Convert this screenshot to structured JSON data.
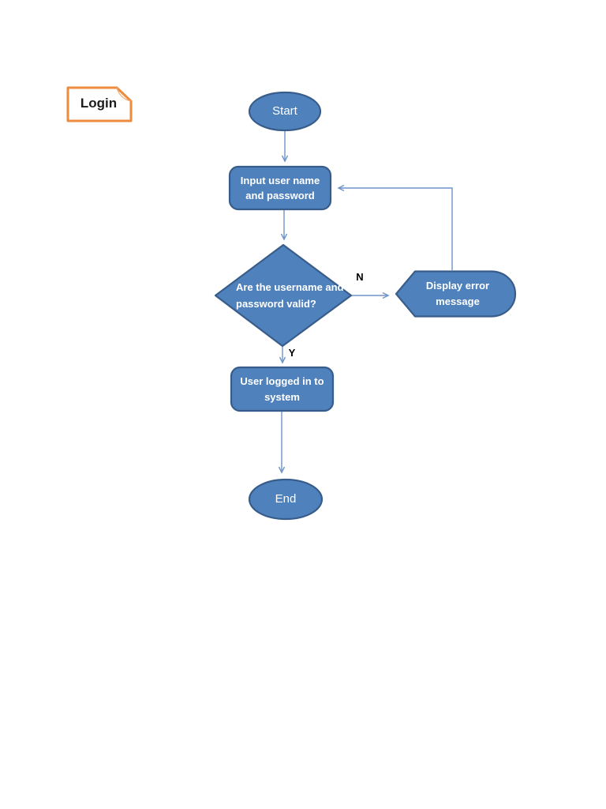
{
  "page_title": {
    "label": "Login"
  },
  "flowchart": {
    "nodes": {
      "start": {
        "type": "terminator",
        "label": "Start"
      },
      "input": {
        "type": "process",
        "label": "Input user name\nand password"
      },
      "decision": {
        "type": "decision",
        "label": "Are the username and\npassword valid?"
      },
      "error": {
        "type": "display",
        "label": "Display error\nmessage"
      },
      "success": {
        "type": "process",
        "label": "User logged in to\nsystem"
      },
      "end": {
        "type": "terminator",
        "label": "End"
      }
    },
    "branch_labels": {
      "no": "N",
      "yes": "Y"
    },
    "edges": [
      {
        "from": "start",
        "to": "input"
      },
      {
        "from": "input",
        "to": "decision"
      },
      {
        "from": "decision",
        "to": "error",
        "label": "N"
      },
      {
        "from": "error",
        "to": "input"
      },
      {
        "from": "decision",
        "to": "success",
        "label": "Y"
      },
      {
        "from": "success",
        "to": "end"
      }
    ]
  },
  "colors": {
    "shape_fill": "#4f81bd",
    "shape_stroke": "#385d8a",
    "connector": "#6f94c8",
    "login_border": "#ed8b3f",
    "login_fold": "#f2ab72",
    "login_fill": "#ffffff",
    "node_text": "#ffffff",
    "branch_text": "#000000",
    "page_background": "#ffffff"
  }
}
